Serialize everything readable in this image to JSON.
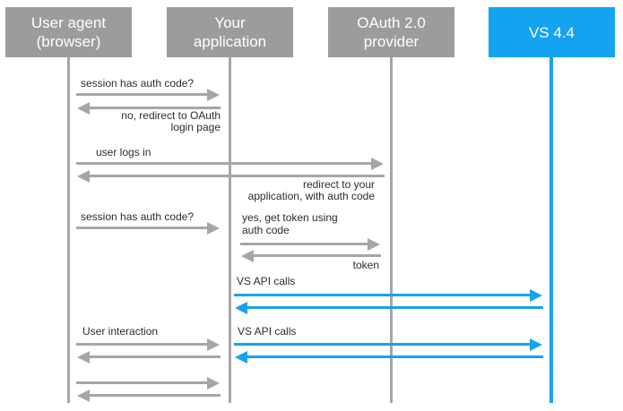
{
  "diagram_type": "oauth-sequence-diagram",
  "colors": {
    "accent_blue": "#14a3f1",
    "box_gray": "#9c9c9c",
    "arrow_gray": "#a6a6a6",
    "text_dark": "#2c2c2c",
    "box_text": "#ffffff"
  },
  "actors": [
    {
      "id": "user-agent",
      "line1": "User agent",
      "line2": "(browser)",
      "color": "gray"
    },
    {
      "id": "your-application",
      "line1": "Your",
      "line2": "application",
      "color": "gray"
    },
    {
      "id": "oauth-provider",
      "line1": "OAuth 2.0",
      "line2": "provider",
      "color": "gray"
    },
    {
      "id": "vs-44",
      "line1": "VS 4.4",
      "line2": "",
      "color": "blue"
    }
  ],
  "messages": [
    {
      "label": "session has auth code?",
      "from": "user-agent",
      "to": "your-application",
      "direction": "right",
      "color": "gray"
    },
    {
      "label": "no, redirect to OAuth",
      "label2": "login page",
      "from": "your-application",
      "to": "user-agent",
      "direction": "left",
      "color": "gray"
    },
    {
      "label": "user logs in",
      "from": "user-agent",
      "to": "oauth-provider",
      "direction": "right",
      "color": "gray"
    },
    {
      "label": "redirect to your",
      "label2": "application, with auth code",
      "from": "oauth-provider",
      "to": "user-agent",
      "direction": "left",
      "color": "gray"
    },
    {
      "label": "session has auth code?",
      "from": "user-agent",
      "to": "your-application",
      "direction": "right",
      "color": "gray"
    },
    {
      "label": "yes, get token using",
      "label2": "auth code",
      "from": "your-application",
      "to": "oauth-provider",
      "direction": "right",
      "color": "gray"
    },
    {
      "label": "token",
      "from": "oauth-provider",
      "to": "your-application",
      "direction": "left",
      "color": "gray"
    },
    {
      "label": "VS API calls",
      "from": "your-application",
      "to": "vs-44",
      "direction": "right",
      "color": "blue"
    },
    {
      "label": "",
      "from": "vs-44",
      "to": "your-application",
      "direction": "left",
      "color": "blue"
    },
    {
      "label": "User interaction",
      "from": "user-agent",
      "to": "your-application",
      "direction": "right",
      "color": "gray"
    },
    {
      "label": "VS API calls",
      "from": "your-application",
      "to": "vs-44",
      "direction": "right",
      "color": "blue"
    },
    {
      "label": "",
      "from": "your-application",
      "to": "user-agent",
      "direction": "left",
      "color": "gray"
    },
    {
      "label": "",
      "from": "vs-44",
      "to": "your-application",
      "direction": "left",
      "color": "blue"
    },
    {
      "label": "",
      "from": "user-agent",
      "to": "your-application",
      "direction": "right",
      "color": "gray"
    },
    {
      "label": "",
      "from": "your-application",
      "to": "user-agent",
      "direction": "left",
      "color": "gray"
    }
  ]
}
